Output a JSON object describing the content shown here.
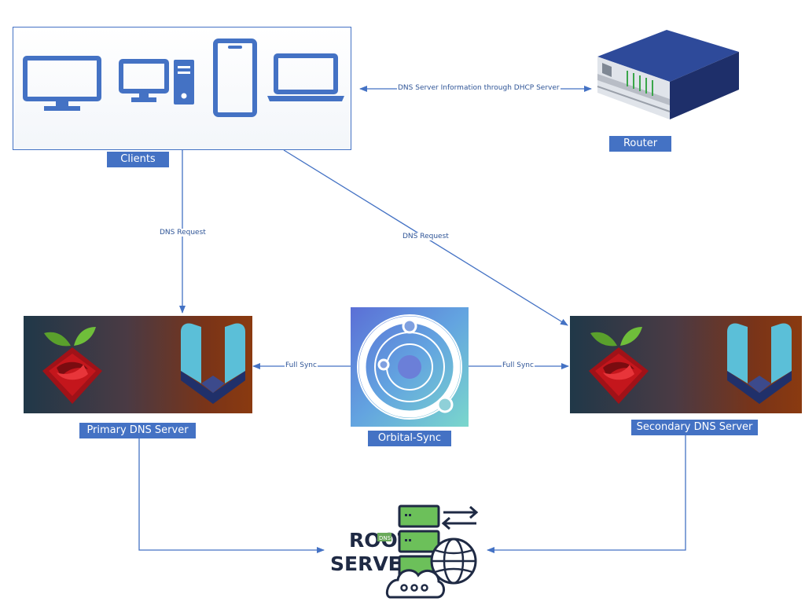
{
  "nodes": {
    "clients": "Clients",
    "router": "Router",
    "primary": "Primary DNS Server",
    "secondary": "Secondary DNS Server",
    "orbital": "Orbital-Sync"
  },
  "edges": {
    "dhcp": "DNS Server Information through DHCP Server",
    "dns_request_primary": "DNS Request",
    "dns_request_secondary": "DNS Request",
    "full_sync_left": "Full Sync",
    "full_sync_right": "Full Sync"
  },
  "root_logo": {
    "word1": "ROOT",
    "word2": "SERVER",
    "tag": "DNS"
  },
  "colors": {
    "accent": "#4472c4",
    "label_text": "#ffffff",
    "edge_text": "#2f5597",
    "pihole_red": "#c4161c",
    "pihole_green": "#5aa02c",
    "adguard_blue": "#5bbfd8"
  },
  "icons": [
    "monitor-icon",
    "desktop-tower-icon",
    "smartphone-icon",
    "laptop-icon",
    "router-icon",
    "pihole-icon",
    "server-shield-icon",
    "orbital-sync-icon",
    "root-server-icon"
  ]
}
